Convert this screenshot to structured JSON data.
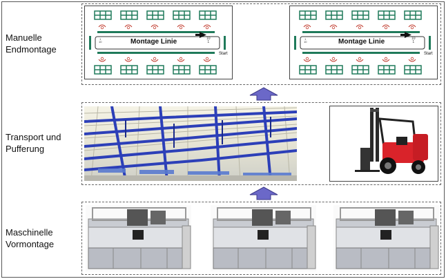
{
  "rows": [
    {
      "line1": "Manuelle",
      "line2": "Endmontage"
    },
    {
      "line1": "Transport und",
      "line2": "Pufferung"
    },
    {
      "line1": "Maschinelle",
      "line2": "Vormontage"
    }
  ],
  "assembly": {
    "line_label": "Montage Linie",
    "start_label": "Start",
    "station_start": "10",
    "station_next": "1",
    "station_end_a": "1",
    "station_end_b": "10"
  },
  "colors": {
    "green": "#1f7a5a",
    "arrow": "#6b68c8",
    "station_red": "#c0392b"
  },
  "icons": {
    "arrow": "up-arrow-icon",
    "workstation": "workstation-grid-icon",
    "worker": "worker-icon"
  }
}
